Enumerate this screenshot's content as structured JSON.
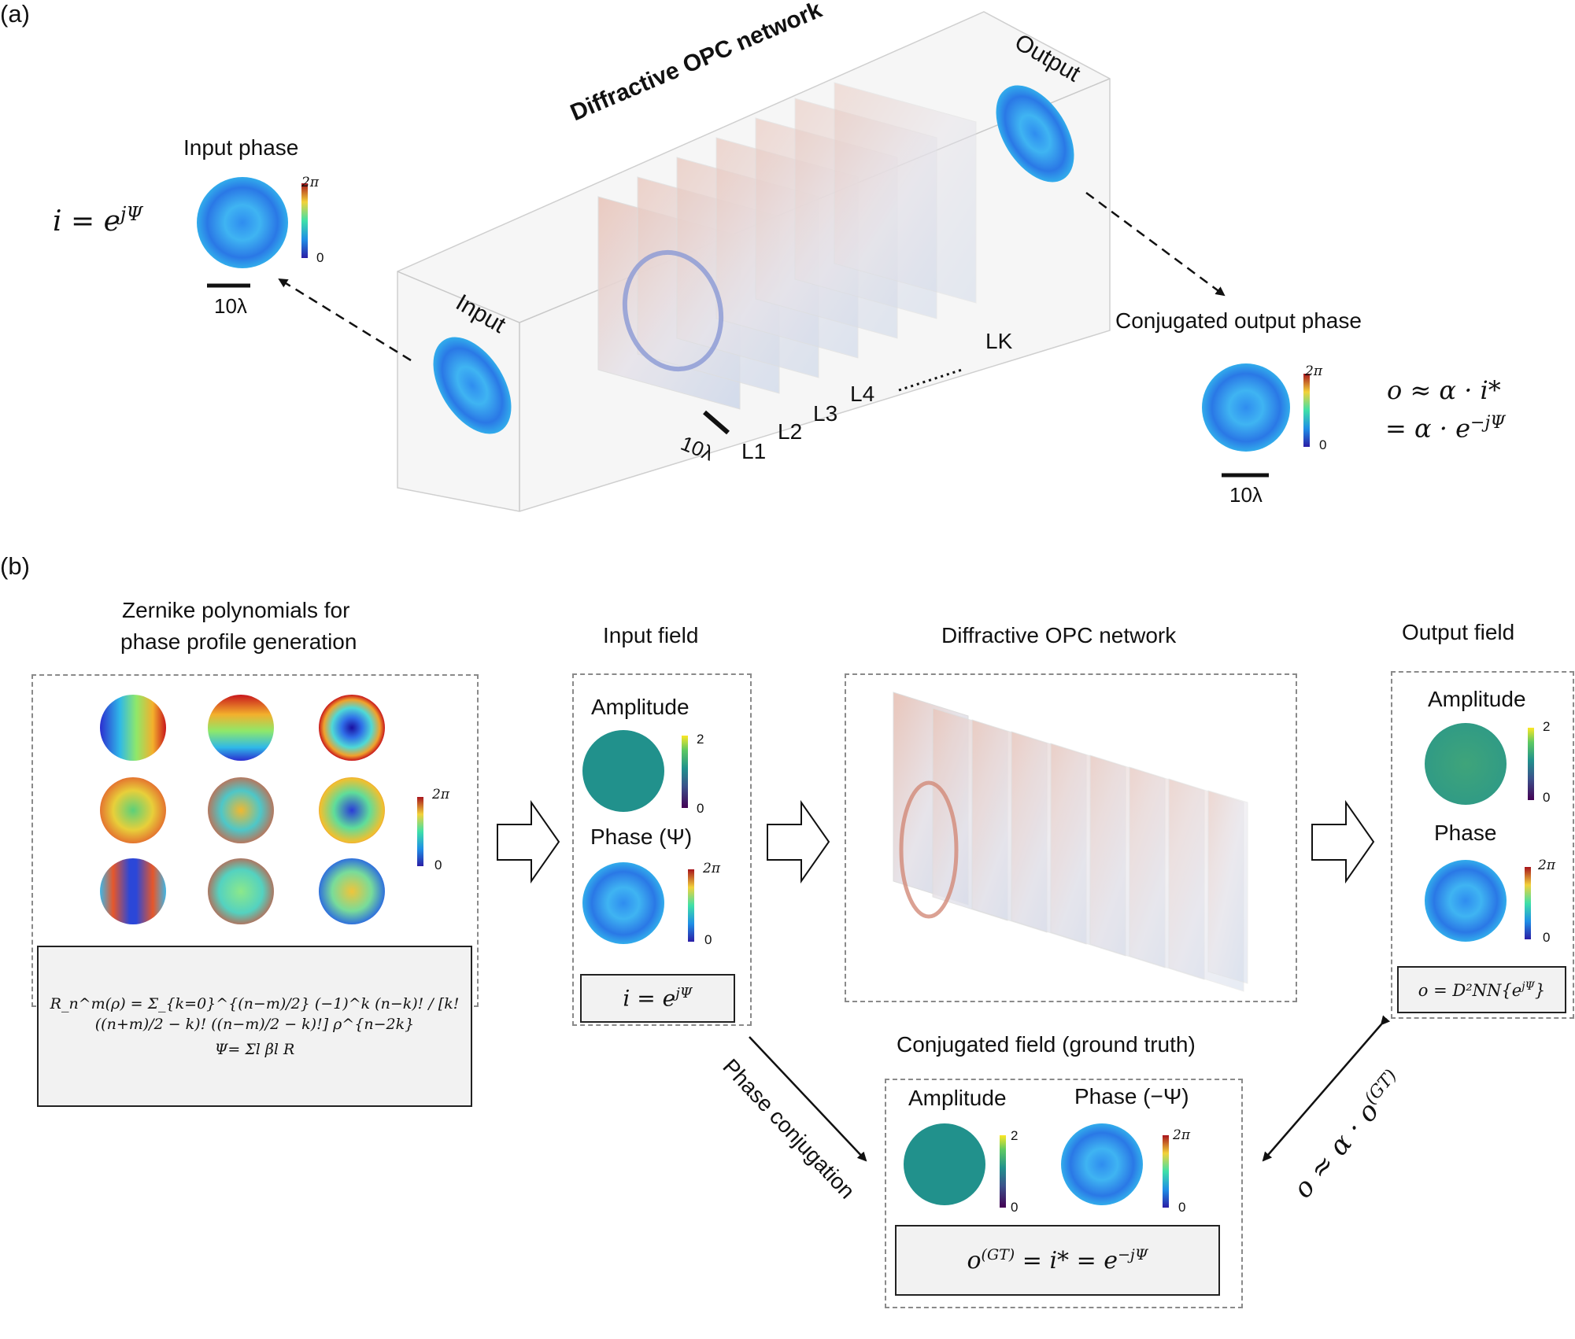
{
  "panel_a": {
    "label": "(a)",
    "title": "Diffractive OPC network",
    "input_label": "Input",
    "output_label": "Output",
    "input_phase_title": "Input phase",
    "input_eq": "i = e",
    "input_eq_sup": "jΨ",
    "scale_bar": "10λ",
    "cbar_top": "2π",
    "cbar_bottom": "0",
    "layers": [
      "L1",
      "L2",
      "L3",
      "L4",
      "LK"
    ],
    "conj_title": "Conjugated output phase",
    "out_eq_line1": "o ≈ α · i*",
    "out_eq_line2": "= α · e",
    "out_eq_line2_sup": "−jΨ"
  },
  "panel_b": {
    "label": "(b)",
    "zernike_title_1": "Zernike polynomials for",
    "zernike_title_2": "phase profile generation",
    "zernike_eq": "R_n^m(ρ) = Σ_{k=0}^{(n−m)/2} (−1)^k (n−k)! / [k! ((n+m)/2 − k)! ((n−m)/2 − k)!] ρ^{n−2k}",
    "psi_eq": "Ψ= Σl βl R",
    "input_field_title": "Input field",
    "amplitude": "Amplitude",
    "phase_psi": "Phase (Ψ)",
    "phase": "Phase",
    "phase_neg_psi": "Phase (−Ψ)",
    "amp_cbar_top": "2",
    "cbar_top": "2π",
    "cbar_bottom": "0",
    "input_eq": "i = e",
    "input_eq_sup": "jΨ",
    "network_title": "Diffractive OPC network",
    "output_field_title": "Output field",
    "output_eq": "o = D²NN{e",
    "output_eq_sup": "jΨ",
    "output_eq_tail": "}",
    "conj_field_title": "Conjugated field (ground truth)",
    "conj_eq": "o",
    "conj_eq_sup": "(GT)",
    "conj_eq_mid": " = i* = e",
    "conj_eq_sup2": "−jΨ",
    "phase_conjugation": "Phase conjugation",
    "approx_eq": "o ≈ α · o",
    "approx_eq_sup": "(GT)"
  },
  "colors": {
    "diagram_line": "#111111",
    "dashed_box": "#8a8a8a",
    "eq_box_fill": "#f2f2f2",
    "amp_teal": "#21918c",
    "phase_blue": "#2a7de8"
  }
}
